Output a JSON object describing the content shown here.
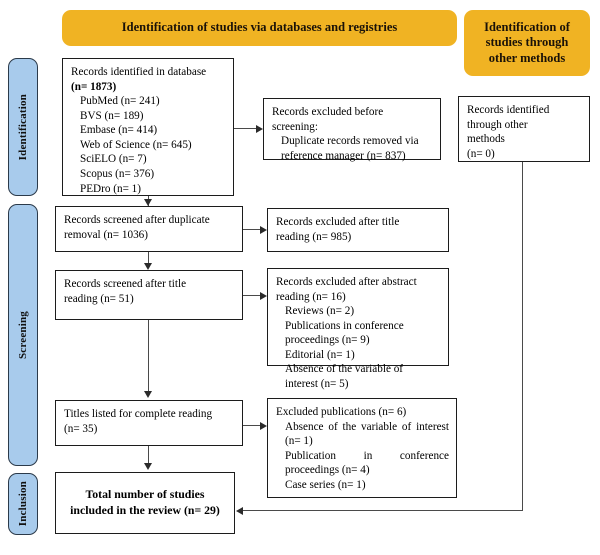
{
  "banners": {
    "databases": "Identification of studies via databases and registries",
    "other_methods": "Identification of studies through other methods"
  },
  "phases": {
    "identification": "Identification",
    "screening": "Screening",
    "inclusion": "Inclusion"
  },
  "boxes": {
    "db_records": {
      "title": "Records identified in database",
      "total_label": "(n= 1873)",
      "sources": [
        "PubMed (n= 241)",
        "BVS (n= 189)",
        "Embase (n= 414)",
        "Web of Science (n= 645)",
        "SciELO (n= 7)",
        "Scopus (n= 376)",
        "PEDro (n= 1)"
      ]
    },
    "excluded_before_screening": {
      "line1": "Records excluded before",
      "line2": "screening:",
      "item1": "Duplicate records removed via",
      "item2": "reference manager (n= 837)"
    },
    "other_identified": {
      "line1": "Records identified",
      "line2": "through other",
      "line3": "methods",
      "line4": "(n= 0)"
    },
    "screened_after_duplicate": {
      "line1": "Records screened after duplicate",
      "line2": "removal (n= 1036)"
    },
    "excluded_after_title": {
      "line1": "Records excluded after title",
      "line2": "reading (n= 985)"
    },
    "screened_after_title": {
      "line1": "Records screened after title",
      "line2": "reading (n= 51)"
    },
    "excluded_after_abstract": {
      "line1": "Records excluded after abstract",
      "line2": "reading (n= 16)",
      "item1": "Reviews (n= 2)",
      "item2": "Publications in conference",
      "item3": "proceedings (n= 9)",
      "item4": "Editorial (n= 1)",
      "item5": "Absence of the variable of",
      "item6": "interest (n= 5)"
    },
    "titles_complete_reading": {
      "line1": "Titles listed for complete reading",
      "line2": "(n= 35)"
    },
    "excluded_publications": {
      "title": "Excluded publications (n= 6)",
      "item1": "Absence of the variable of interest (n= 1)",
      "item2": "Publication in conference proceedings (n= 4)",
      "item3": "Case series (n= 1)"
    },
    "total_included": {
      "line1": "Total number of studies",
      "line2": "included in the review (n= 29)"
    }
  },
  "colors": {
    "banner_orange": "#F0B323",
    "phase_blue": "#A8CBEC",
    "box_border": "#1c1c1c",
    "connector": "#4a4a4a"
  }
}
